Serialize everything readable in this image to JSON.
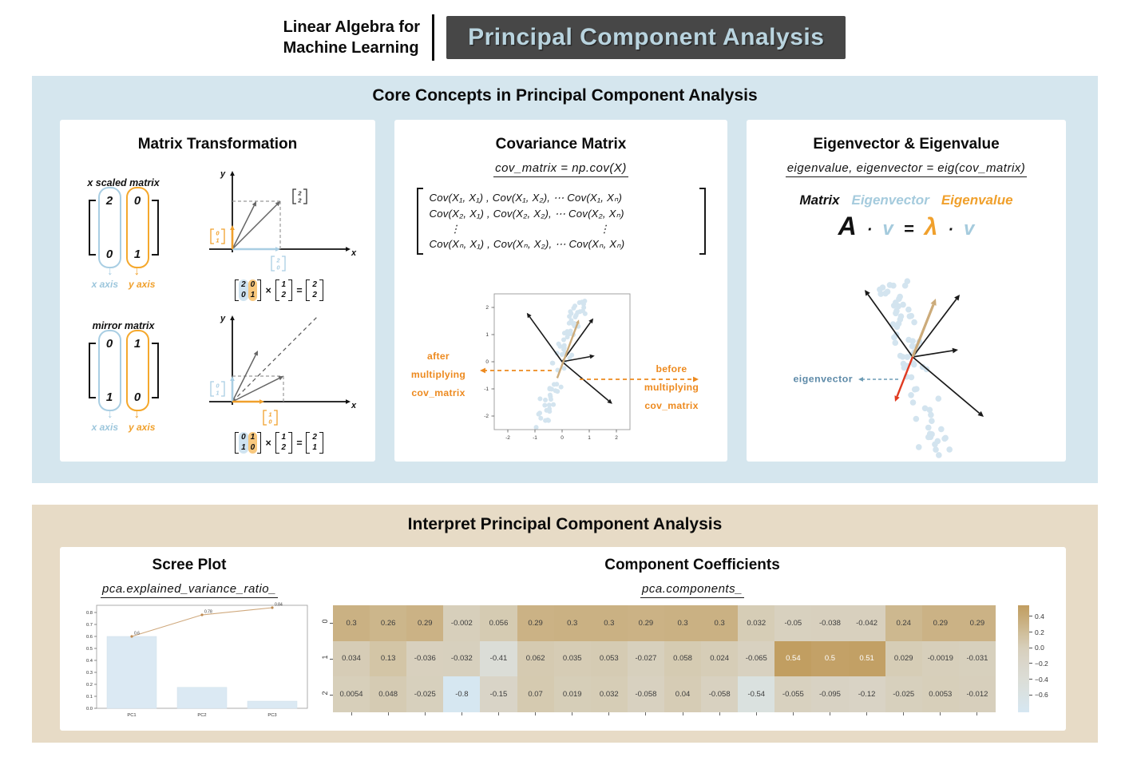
{
  "header": {
    "kicker": [
      "Linear Algebra for",
      "Machine Learning"
    ],
    "title": "Principal Component Analysis"
  },
  "colors": {
    "section_blue": "#d5e6ee",
    "section_tan": "#e7dbc6",
    "header_box": "#474747",
    "header_text": "#b9d4df",
    "accent_orange": "#f0a02c",
    "annotation_orange": "#ed8a1f",
    "hand_blue": "#a9cee3",
    "scatter_point": "#d3e4ef",
    "bar_fill": "#dbe9f3",
    "cumulative_line": "#cfa87c",
    "tan_arrow": "#ccab7a",
    "red_arrow": "#e03a20",
    "eigen_label_blue": "#5d8aa8"
  },
  "core": {
    "title": "Core Concepts in Principal Component Analysis",
    "matrix_card": {
      "title": "Matrix Transformation",
      "examples": [
        {
          "label": "x scaled matrix",
          "matrix_cols": [
            [
              "2",
              "0"
            ],
            [
              "0",
              "1"
            ]
          ],
          "col_labels": [
            "x axis",
            "y axis"
          ],
          "axis_x": "x",
          "axis_y": "y",
          "vec_y_unit": [
            "0",
            "1"
          ],
          "vec_point": [
            "2",
            "2"
          ],
          "vec_x": [
            "2",
            "0"
          ],
          "equation": {
            "m": [
              [
                "2",
                "0"
              ],
              [
                "0",
                "1"
              ]
            ],
            "v": [
              "1",
              "2"
            ],
            "r": [
              "2",
              "2"
            ],
            "times": "×",
            "eq": "="
          }
        },
        {
          "label": "mirror matrix",
          "matrix_cols": [
            [
              "0",
              "1"
            ],
            [
              "1",
              "0"
            ]
          ],
          "col_labels": [
            "x axis",
            "y axis"
          ],
          "axis_x": "x",
          "axis_y": "y",
          "vec_y_unit": [
            "0",
            "1"
          ],
          "vec_x": [
            "1",
            "0"
          ],
          "equation": {
            "m": [
              [
                "0",
                "1"
              ],
              [
                "1",
                "0"
              ]
            ],
            "v": [
              "1",
              "2"
            ],
            "r": [
              "2",
              "1"
            ],
            "times": "×",
            "eq": "="
          }
        }
      ]
    },
    "cov_card": {
      "title": "Covariance Matrix",
      "code": "cov_matrix = np.cov(X)",
      "matrix_rows": [
        "Cov(X₁, X₁) ,  Cov(X₁, X₂),  ⋯   Cov(X₁, Xₙ)",
        "Cov(X₂, X₁) ,  Cov(X₂, X₂),  ⋯  Cov(X₂, Xₙ)",
        "Cov(Xₙ, X₁) ,  Cov(Xₙ, X₂), ⋯  Cov(Xₙ, Xₙ)"
      ],
      "dots": "⋮",
      "annotations": {
        "left": [
          "after",
          "multiplying",
          "cov_matrix"
        ],
        "right": [
          "before",
          "multiplying",
          "cov_matrix"
        ]
      },
      "xticks": [
        "-2",
        "-1",
        "0",
        "1",
        "2"
      ],
      "yticks": [
        "-2",
        "-1",
        "0",
        "1",
        "2"
      ]
    },
    "eigen_card": {
      "title": "Eigenvector & Eigenvalue",
      "code": "eigenvalue, eigenvector = eig(cov_matrix)",
      "legend": [
        {
          "t": "Matrix",
          "c": "#111111"
        },
        {
          "t": "Eigenvector",
          "c": "#a5cbdd"
        },
        {
          "t": "Eigenvalue",
          "c": "#f0a02c"
        }
      ],
      "equation": [
        {
          "t": "A",
          "c": "#111111",
          "s": 32,
          "w": "bold"
        },
        {
          "t": "·",
          "c": "#111111",
          "s": 20,
          "w": "bold"
        },
        {
          "t": "v",
          "c": "#a5cbdd",
          "s": 24,
          "w": "bold"
        },
        {
          "t": "=",
          "c": "#111111",
          "s": 22,
          "w": "bold"
        },
        {
          "t": "λ",
          "c": "#f0a02c",
          "s": 30,
          "w": "bold"
        },
        {
          "t": "·",
          "c": "#111111",
          "s": 20,
          "w": "bold"
        },
        {
          "t": "v",
          "c": "#a5cbdd",
          "s": 24,
          "w": "bold"
        }
      ],
      "annotation": "eigenvector"
    }
  },
  "interpret": {
    "title": "Interpret Principal Component Analysis",
    "scree": {
      "title": "Scree Plot",
      "code": "pca.explained_variance_ratio_"
    },
    "coeff": {
      "title": "Component Coefficients",
      "code": "pca.components_"
    }
  },
  "chart_data": [
    {
      "type": "bar",
      "id": "scree_plot",
      "title": "Scree Plot",
      "categories": [
        "PC1",
        "PC2",
        "PC3"
      ],
      "series": [
        {
          "name": "explained_variance_ratio",
          "type": "bar",
          "values": [
            0.6,
            0.175,
            0.06
          ]
        },
        {
          "name": "cumulative",
          "type": "line",
          "values": [
            0.6,
            0.78,
            0.84
          ],
          "labels": [
            "0.6",
            "0.78",
            "0.84"
          ]
        }
      ],
      "ylim": [
        0,
        0.86
      ],
      "yticks": [
        0,
        0.1,
        0.2,
        0.3,
        0.4,
        0.5,
        0.6,
        0.7,
        0.8
      ],
      "legend_position": "none",
      "grid": false
    },
    {
      "type": "heatmap",
      "id": "component_coefficients",
      "title": "Component Coefficients",
      "row_labels": [
        "0",
        "1",
        "2"
      ],
      "values": [
        [
          "0.3",
          "0.26",
          "0.29",
          "-0.002",
          "0.056",
          "0.29",
          "0.3",
          "0.3",
          "0.29",
          "0.3",
          "0.3",
          "0.032",
          "-0.05",
          "-0.038",
          "-0.042",
          "0.24",
          "0.29",
          "0.29"
        ],
        [
          "0.034",
          "0.13",
          "-0.036",
          "-0.032",
          "-0.41",
          "0.062",
          "0.035",
          "0.053",
          "-0.027",
          "0.058",
          "0.024",
          "-0.065",
          "0.54",
          "0.5",
          "0.51",
          "0.029",
          "-0.0019",
          "-0.031"
        ],
        [
          "0.0054",
          "0.048",
          "-0.025",
          "-0.8",
          "-0.15",
          "0.07",
          "0.019",
          "0.032",
          "-0.058",
          "0.04",
          "-0.058",
          "-0.54",
          "-0.055",
          "-0.095",
          "-0.12",
          "-0.025",
          "0.0053",
          "-0.012"
        ]
      ],
      "vmin": -0.82,
      "vmax": 0.54,
      "colorbar_tick_labels": [
        "0.4",
        "0.2",
        "0.0",
        "−0.2",
        "−0.4",
        "−0.6"
      ],
      "colorbar_tick_values": [
        0.4,
        0.2,
        0.0,
        -0.2,
        -0.4,
        -0.6
      ]
    },
    {
      "type": "scatter",
      "id": "cov_transform_demo",
      "xlim": [
        -2.5,
        2.5
      ],
      "ylim": [
        -2.5,
        2.5
      ],
      "xticks": [
        -2,
        -1,
        0,
        1,
        2
      ],
      "yticks": [
        -2,
        -1,
        0,
        1,
        2
      ],
      "black_arrows": [
        [
          -1.3,
          1.8
        ],
        [
          1.15,
          1.6
        ],
        [
          1.2,
          0.22
        ],
        [
          1.85,
          -1.55
        ]
      ],
      "tan_segment": [
        [
          -0.18,
          -0.6
        ],
        [
          0.62,
          1.55
        ]
      ],
      "annotations": [
        "after multiplying cov_matrix",
        "before multiplying cov_matrix"
      ]
    }
  ]
}
